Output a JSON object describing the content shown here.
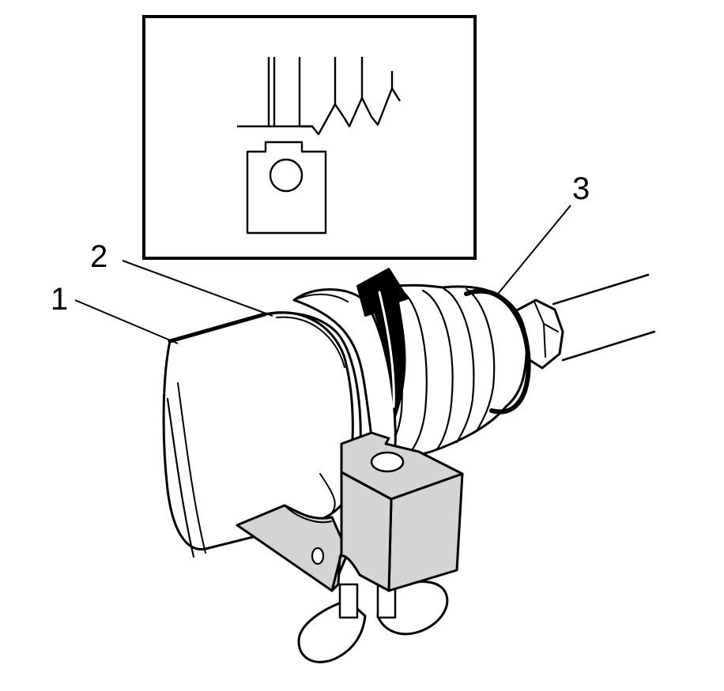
{
  "callouts": {
    "one": "1",
    "two": "2",
    "three": "3"
  },
  "colors": {
    "line": "#000000",
    "fill": "#ffffff",
    "tool": "#d4d4d4"
  }
}
